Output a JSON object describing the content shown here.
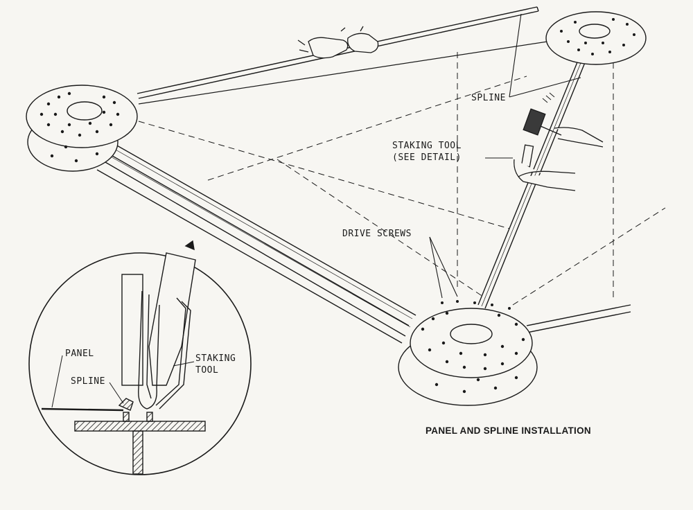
{
  "labels": {
    "spline": "SPLINE",
    "staking_tool_line1": "STAKING TOOL",
    "staking_tool_line2": "(SEE DETAIL)",
    "drive_screws": "DRIVE SCREWS",
    "detail_panel": "PANEL",
    "detail_spline": "SPLINE",
    "detail_staking_line1": "STAKING",
    "detail_staking_line2": "TOOL"
  },
  "caption": "PANEL AND SPLINE INSTALLATION",
  "colors": {
    "paper": "#f7f6f2",
    "ink": "#1a1a1a"
  }
}
